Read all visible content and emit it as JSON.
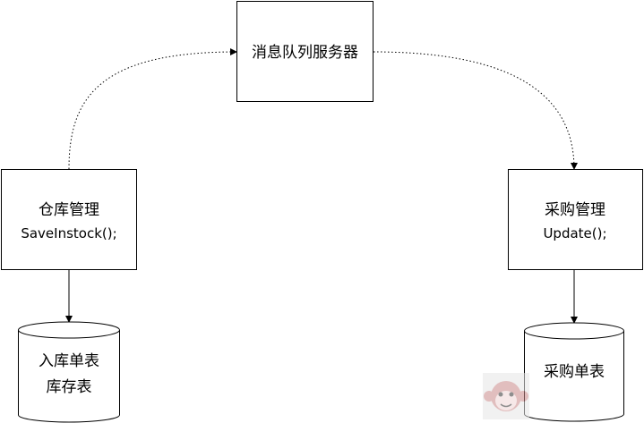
{
  "nodes": {
    "mq_server": {
      "title": "消息队列服务器"
    },
    "warehouse": {
      "title": "仓库管理",
      "call": "SaveInstock();"
    },
    "purchase": {
      "title": "采购管理",
      "call": "Update();"
    }
  },
  "databases": {
    "warehouse_db": {
      "lines": [
        "入库单表",
        "库存表"
      ]
    },
    "purchase_db": {
      "lines": [
        "采购单表"
      ]
    }
  },
  "edges": [
    {
      "from": "warehouse",
      "to": "mq_server",
      "style": "dotted"
    },
    {
      "from": "mq_server",
      "to": "purchase",
      "style": "dotted"
    },
    {
      "from": "warehouse",
      "to": "warehouse_db",
      "style": "solid"
    },
    {
      "from": "purchase",
      "to": "purchase_db",
      "style": "solid"
    }
  ],
  "watermark": {
    "icon": "monkey-face-icon"
  }
}
